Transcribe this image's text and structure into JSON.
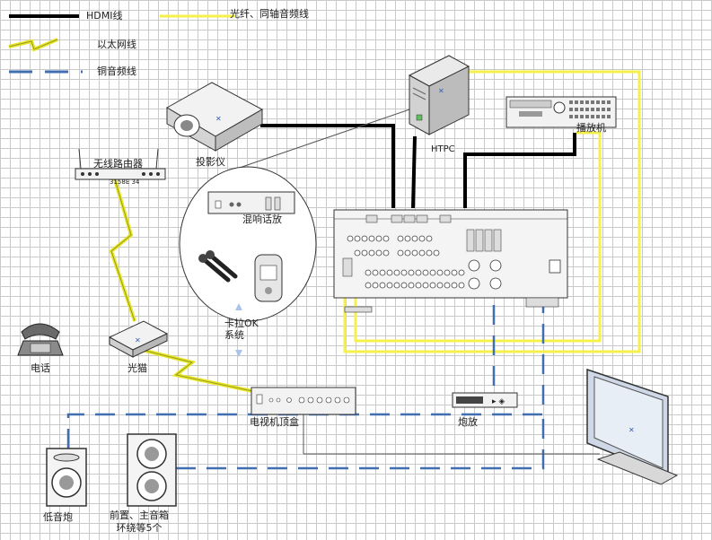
{
  "legend": {
    "hdmi": "HDMI线",
    "fiber": "光纤、同轴音频线",
    "ethernet": "以太网线",
    "copper": "铜音频线"
  },
  "devices": {
    "projector": "投影仪",
    "htpc": "HTPC",
    "player": "播放机",
    "router": "无线路由器",
    "router_model": "3158E 34",
    "amp_karaoke": "混响话放",
    "karaoke": "卡拉OK\n系统",
    "phone": "电话",
    "modem": "光猫",
    "stb": "电视机顶盒",
    "cannon": "炮放",
    "subwoofer": "低音炮",
    "speakers": "前置、主音箱\n环绕等5个"
  },
  "colors": {
    "hdmi": "#000000",
    "fiber": "#f5f04a",
    "ethernet": "#e6e62a",
    "copper": "#3f6fb0"
  }
}
